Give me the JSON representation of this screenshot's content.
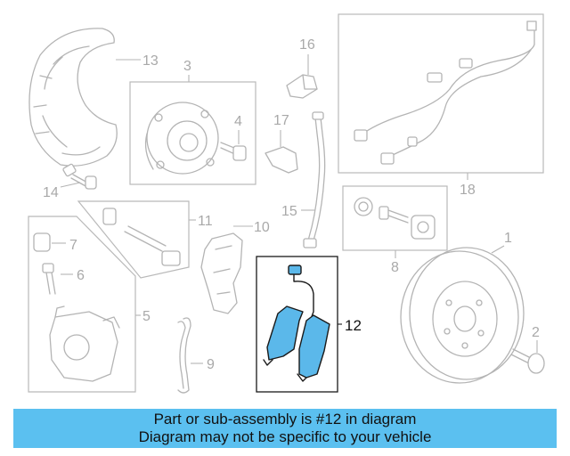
{
  "callouts": {
    "c1": "1",
    "c2": "2",
    "c3": "3",
    "c4": "4",
    "c5": "5",
    "c6": "6",
    "c7": "7",
    "c8": "8",
    "c9": "9",
    "c10": "10",
    "c11": "11",
    "c12": "12",
    "c13": "13",
    "c14": "14",
    "c15": "15",
    "c16": "16",
    "c17": "17",
    "c18": "18"
  },
  "highlighted_part": "12",
  "colors": {
    "highlight": "#5bb8ea",
    "banner": "#5bc0f0",
    "outline": "#b4b4b4"
  },
  "banner": {
    "line1": "Part or sub-assembly is #12 in diagram",
    "line2": "Diagram may not be specific to your vehicle"
  }
}
